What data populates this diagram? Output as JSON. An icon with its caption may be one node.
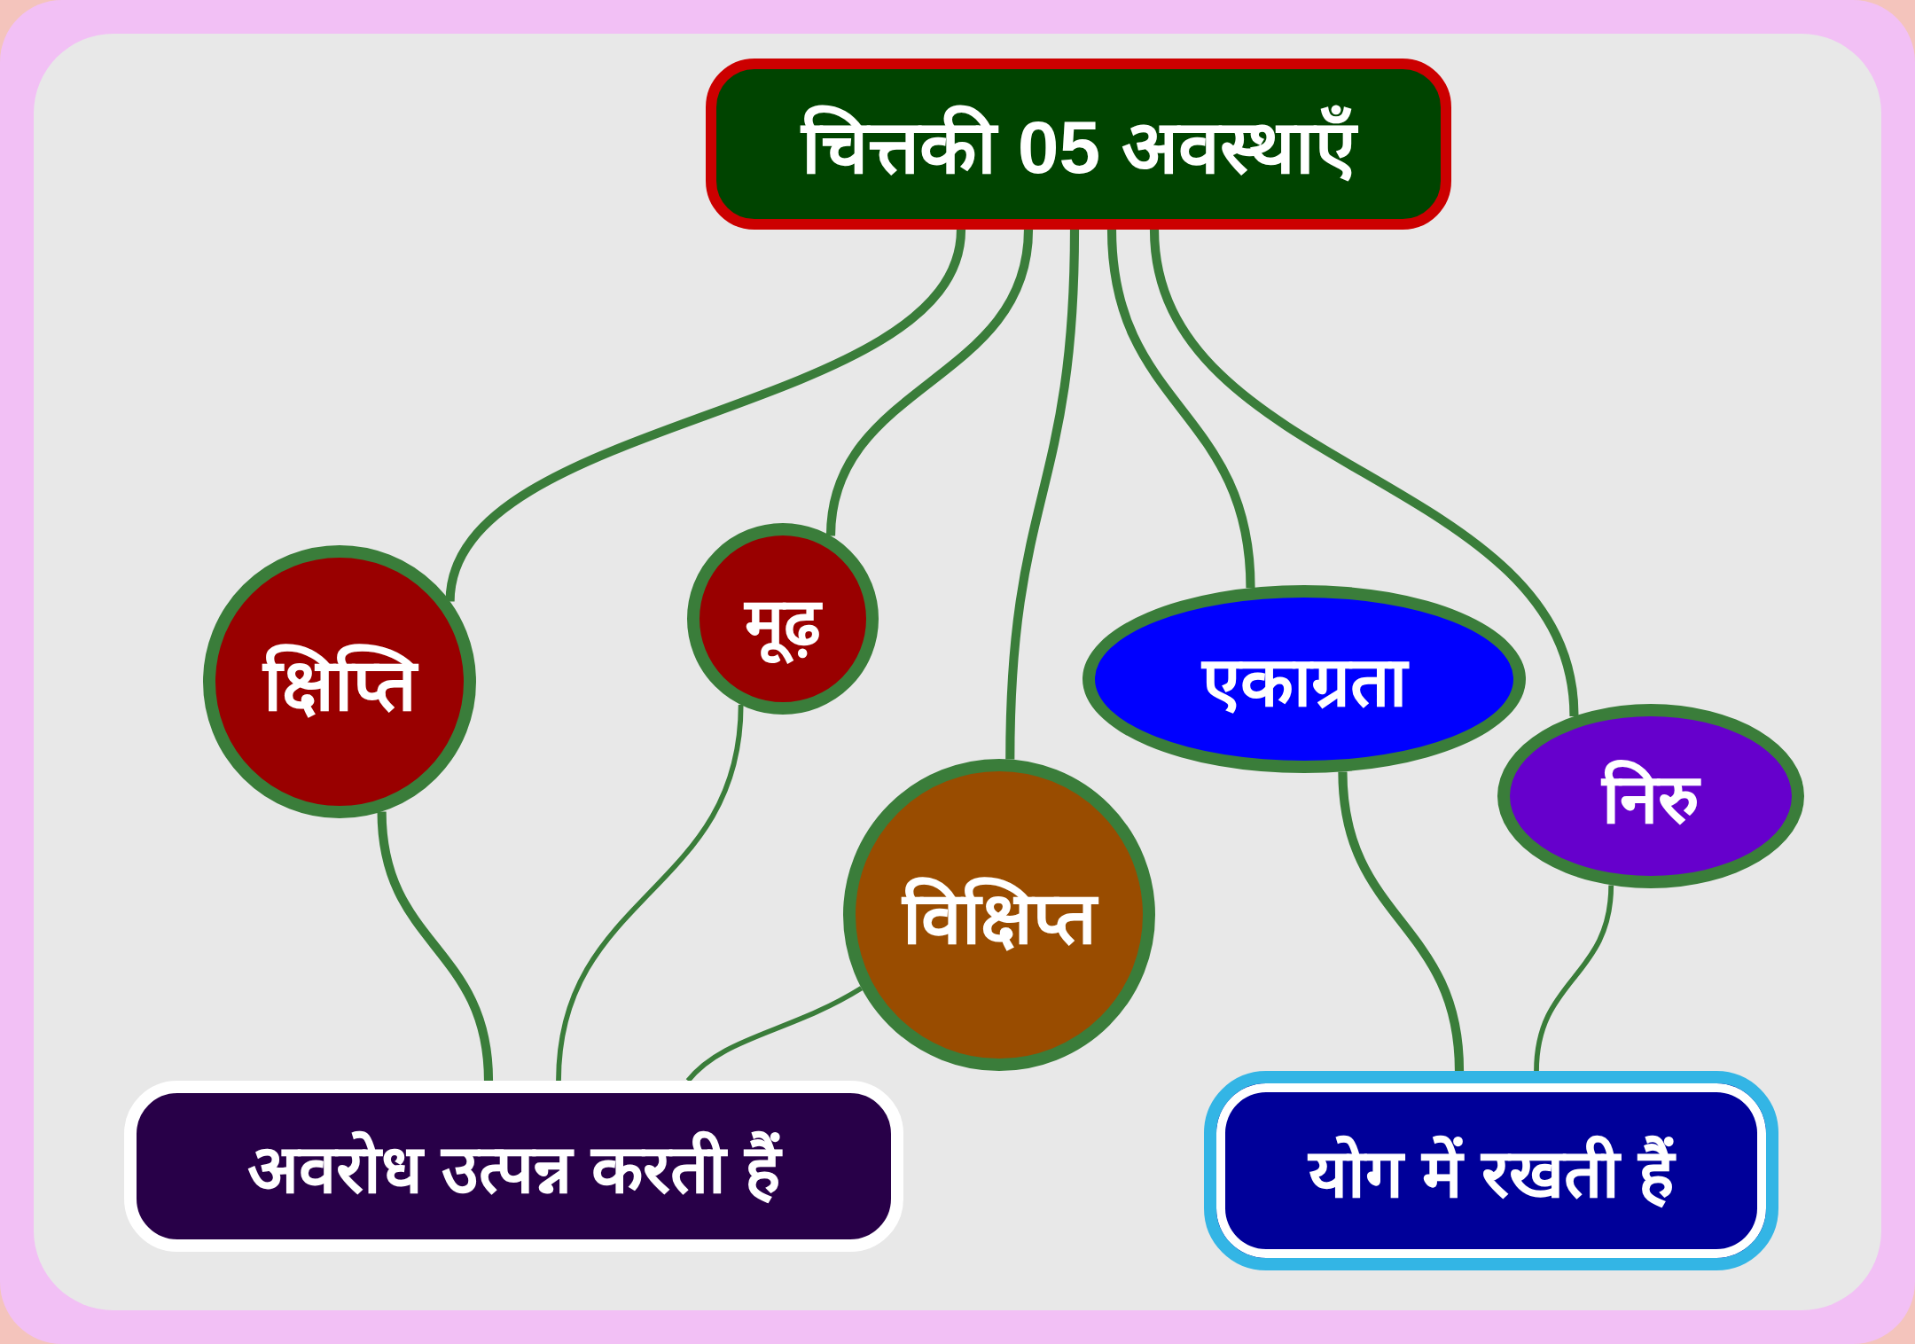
{
  "diagram": {
    "nodes": [
      {
        "text": [
          "चित्तकी 05 अवस्थाएँ"
        ]
      },
      {
        "text": [
          "क्षिप्ति"
        ]
      },
      {
        "text": [
          "मूढ़"
        ]
      },
      {
        "text": [
          "विक्षिप्त"
        ]
      },
      {
        "text": [
          "एकाग्रता"
        ]
      },
      {
        "text": [
          "निरु"
        ]
      },
      {
        "text": [
          "अवरोध उत्पन्न करती हैं"
        ]
      },
      {
        "text": [
          "योग में रखती हैं"
        ]
      }
    ],
    "edges": [
      {
        "from": 0,
        "to": 1,
        "arrow": "none"
      },
      {
        "from": 0,
        "to": 2,
        "arrow": "none"
      },
      {
        "from": 0,
        "to": 3,
        "arrow": "none"
      },
      {
        "from": 0,
        "to": 4,
        "arrow": "none"
      },
      {
        "from": 0,
        "to": 5,
        "arrow": "none"
      },
      {
        "from": 1,
        "to": 6,
        "arrow": "none"
      },
      {
        "from": 2,
        "to": 6,
        "arrow": "none"
      },
      {
        "from": 3,
        "to": 6,
        "arrow": "none"
      },
      {
        "from": 4,
        "to": 7,
        "arrow": "none"
      },
      {
        "from": 5,
        "to": 7,
        "arrow": "none"
      }
    ]
  }
}
